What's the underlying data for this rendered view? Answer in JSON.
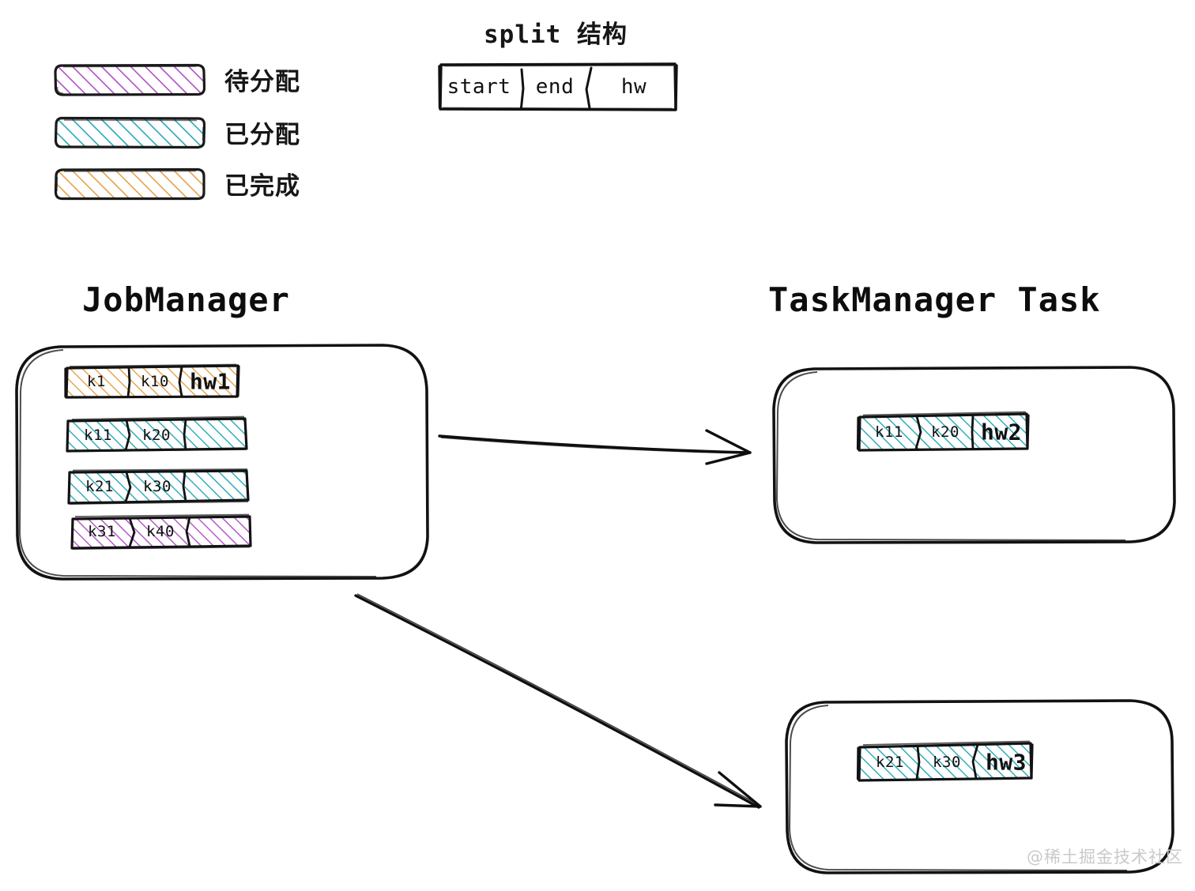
{
  "legend": {
    "items": [
      {
        "label": "待分配",
        "state": "pending",
        "color": "#b04fc8"
      },
      {
        "label": "已分配",
        "state": "allocated",
        "color": "#26a8b8"
      },
      {
        "label": "已完成",
        "state": "completed",
        "color": "#e8a04a"
      }
    ]
  },
  "split_structure": {
    "title": "split 结构",
    "fields": [
      "start",
      "end",
      "hw"
    ]
  },
  "jobmanager": {
    "title": "JobManager",
    "splits": [
      {
        "start": "k1",
        "end": "k10",
        "hw": "hw1",
        "state": "completed",
        "color": "#e8a04a"
      },
      {
        "start": "k11",
        "end": "k20",
        "hw": "",
        "state": "allocated",
        "color": "#26a8b8"
      },
      {
        "start": "k21",
        "end": "k30",
        "hw": "",
        "state": "allocated",
        "color": "#26a8b8"
      },
      {
        "start": "k31",
        "end": "k40",
        "hw": "",
        "state": "pending",
        "color": "#b04fc8"
      }
    ]
  },
  "taskmanager": {
    "title": "TaskManager Task",
    "tasks": [
      {
        "split": {
          "start": "k11",
          "end": "k20",
          "hw": "hw2",
          "state": "allocated",
          "color": "#26a8b8"
        }
      },
      {
        "split": {
          "start": "k21",
          "end": "k30",
          "hw": "hw3",
          "state": "allocated",
          "color": "#26a8b8"
        }
      }
    ]
  },
  "watermark": {
    "text": "@稀土掘金技术社区"
  }
}
